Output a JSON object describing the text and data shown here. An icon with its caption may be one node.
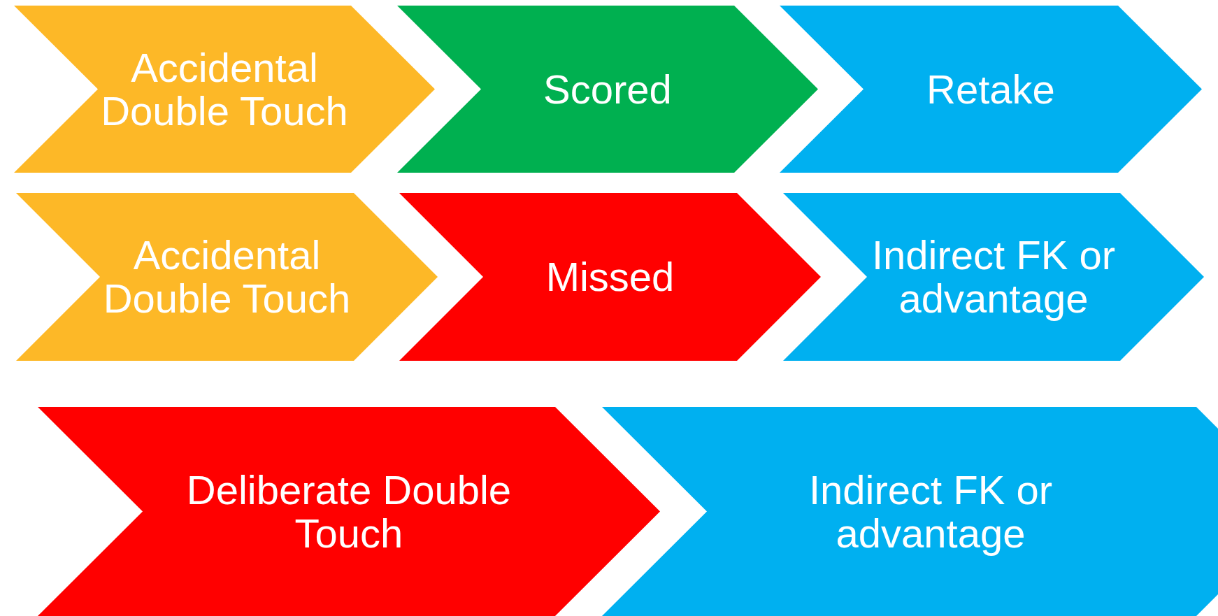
{
  "diagram": {
    "nodes": [
      {
        "text": [
          "Accidental Double Touch"
        ]
      },
      {
        "text": [
          "Scored"
        ]
      },
      {
        "text": [
          "Retake"
        ]
      },
      {
        "text": [
          "Accidental Double Touch"
        ]
      },
      {
        "text": [
          "Missed"
        ]
      },
      {
        "text": [
          "Indirect FK or advantage"
        ]
      },
      {
        "text": [
          "Deliberate Double Touch"
        ]
      },
      {
        "text": [
          "Indirect FK or advantage"
        ]
      }
    ]
  }
}
